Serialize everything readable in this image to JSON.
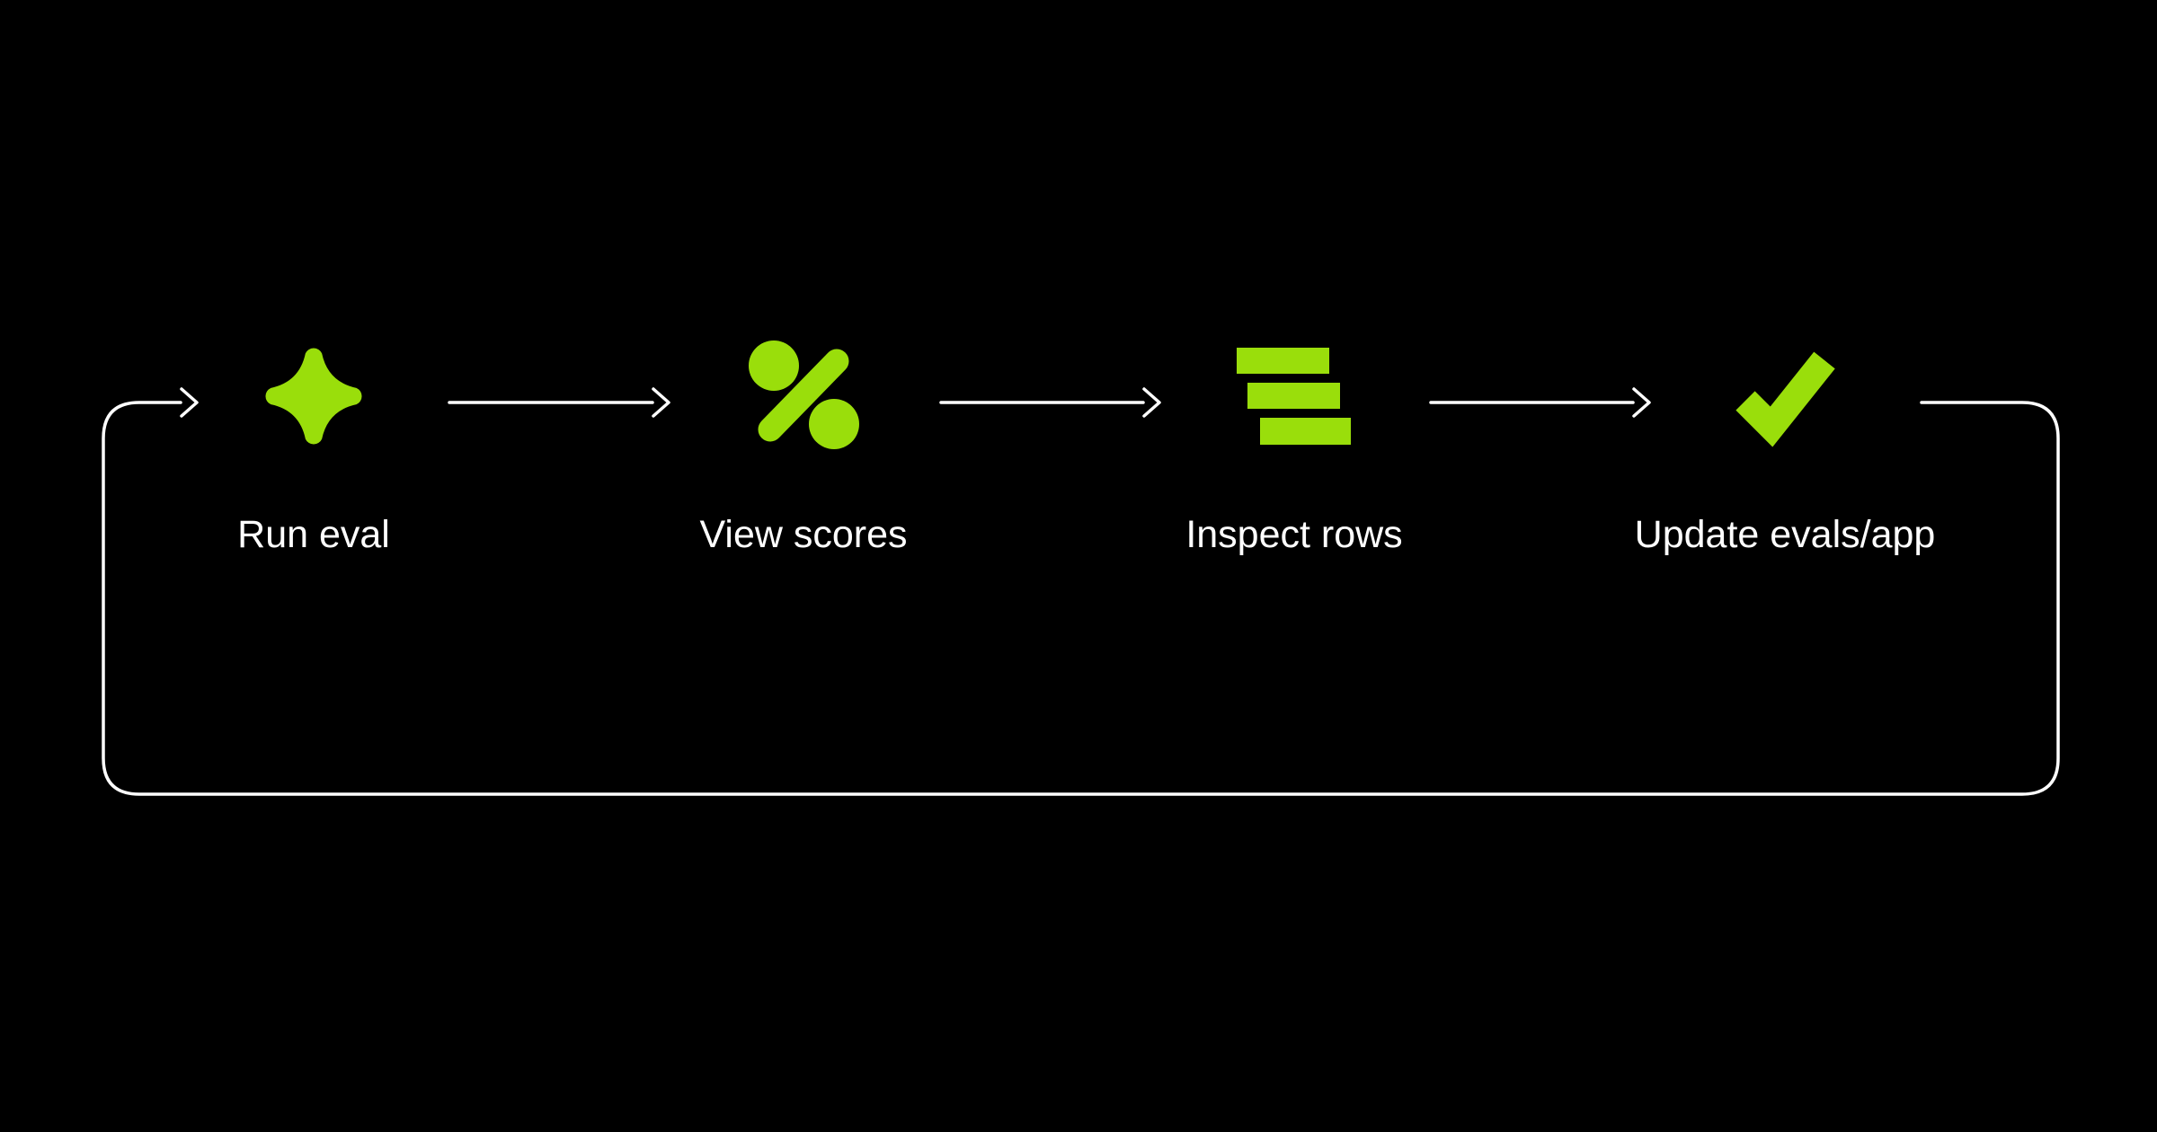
{
  "diagram": {
    "flow_type": "cycle",
    "background_color": "#000000",
    "accent_color": "#9ADE0B",
    "line_color": "#FFFFFF",
    "text_color": "#FFFFFF",
    "steps": [
      {
        "id": "run-eval",
        "label": "Run eval",
        "icon": "sparkle-icon"
      },
      {
        "id": "view-scores",
        "label": "View scores",
        "icon": "percent-icon"
      },
      {
        "id": "inspect-rows",
        "label": "Inspect rows",
        "icon": "stacked-rows-icon"
      },
      {
        "id": "update-evals-app",
        "label": "Update evals/app",
        "icon": "checkmark-icon"
      }
    ]
  }
}
